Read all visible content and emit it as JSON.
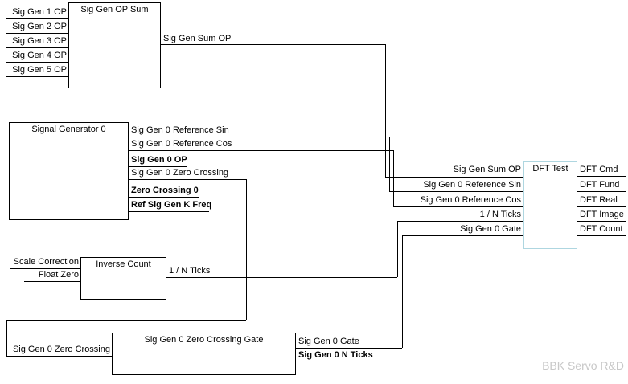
{
  "watermark": "BBK Servo R&D",
  "colors": {
    "wire": "#000000",
    "dft_border": "#aed6e0",
    "watermark": "#c8c8c8"
  },
  "blocks": {
    "sum": {
      "title": "Sig Gen OP Sum",
      "inputs": [
        "Sig Gen 1 OP",
        "Sig Gen 2 OP",
        "Sig Gen 3 OP",
        "Sig Gen 4 OP",
        "Sig Gen 5 OP"
      ],
      "output": "Sig Gen Sum OP"
    },
    "siggen": {
      "title": "Signal Generator 0",
      "outputs": [
        "Sig Gen 0 Reference Sin",
        "Sig Gen 0 Reference Cos",
        "Sig Gen 0 OP",
        "Sig Gen 0 Zero Crossing"
      ],
      "inputs": [
        "Zero Crossing 0",
        "Ref Sig Gen K Freq"
      ]
    },
    "inverse": {
      "title": "Inverse Count",
      "inputs": [
        "Scale Correction",
        "Float Zero"
      ],
      "output": "1 / N Ticks"
    },
    "gate": {
      "title": "Sig Gen 0 Zero Crossing Gate",
      "input": "Sig Gen 0 Zero Crossing",
      "outputs": [
        "Sig Gen 0 Gate",
        "Sig Gen 0 N Ticks"
      ]
    },
    "dft": {
      "title": "DFT Test",
      "inputs": [
        "Sig Gen Sum OP",
        "Sig Gen 0 Reference Sin",
        "Sig Gen 0 Reference Cos",
        "1 / N Ticks",
        "Sig Gen 0 Gate"
      ],
      "outputs": [
        "DFT Cmd",
        "DFT Fund",
        "DFT Real",
        "DFT Image",
        "DFT Count"
      ]
    }
  }
}
